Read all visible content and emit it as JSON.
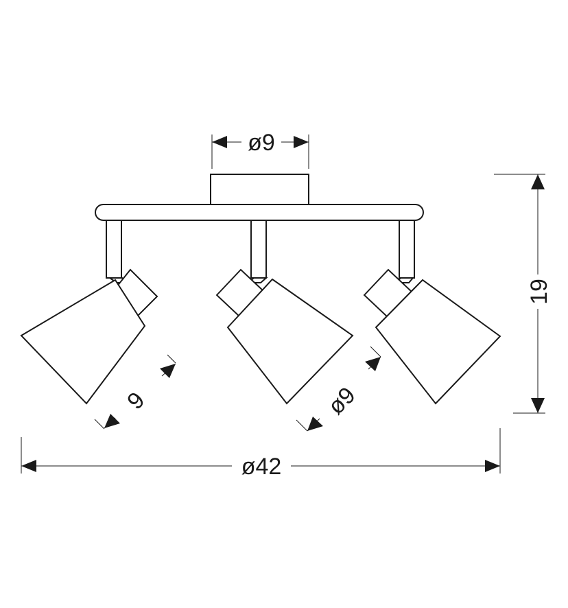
{
  "dimensions": {
    "canopy_diameter": "ø9",
    "height": "19",
    "shade_length": "9",
    "shade_diameter": "ø9",
    "total_width": "ø42"
  },
  "colors": {
    "line": "#1a1a1a",
    "background": "#ffffff"
  }
}
